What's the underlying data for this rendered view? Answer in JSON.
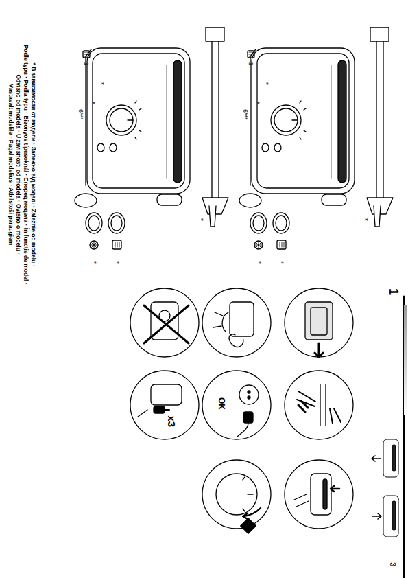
{
  "diagram": {
    "labels": [
      "1",
      "3",
      "1",
      "*",
      "*",
      "6***",
      "*",
      "*",
      "*",
      "1",
      "*",
      "*",
      "6***",
      "*",
      "*",
      "*",
      "OK",
      "x3",
      "* В зависимости от модели · Залежно від моделі · Zależnie od modelu ·",
      "Podle typu · Podľa typu · Bizonyos típusoknál · Според модела · În funcţie de model ·",
      "Odvisno od modela · U zavisnosti od modela · Ovisno o modelu ·",
      "Vastavalt mudelile · Pagal modelius · Atbilstoši paraugiem"
    ]
  }
}
